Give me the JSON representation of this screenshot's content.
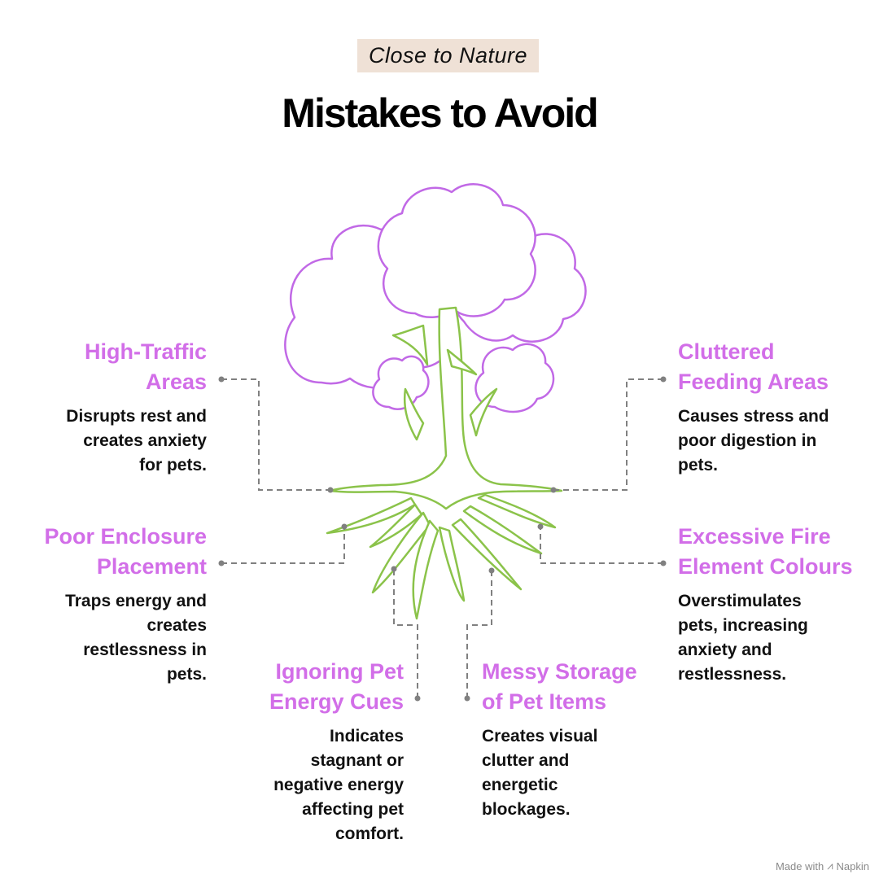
{
  "tagline": "Close to Nature",
  "title": "Mistakes to Avoid",
  "colors": {
    "accent": "#d26ee8",
    "tree_canopy": "#c169e6",
    "tree_trunk": "#8bc34a",
    "connector": "#808080",
    "tagline_bg": "#efe1d6"
  },
  "items": [
    {
      "heading": "High-Traffic\nAreas",
      "description": "Disrupts rest and\ncreates anxiety\nfor pets."
    },
    {
      "heading": "Poor Enclosure\nPlacement",
      "description": "Traps energy and\ncreates\nrestlessness in\npets."
    },
    {
      "heading": "Ignoring Pet\nEnergy Cues",
      "description": "Indicates\nstagnant or\nnegative energy\naffecting pet\ncomfort."
    },
    {
      "heading": "Messy Storage\nof Pet Items",
      "description": "Creates visual\nclutter and\nenergetic\nblockages."
    },
    {
      "heading": "Excessive Fire\nElement Colours",
      "description": "Overstimulates\npets, increasing\nanxiety and\nrestlessness."
    },
    {
      "heading": "Cluttered\nFeeding Areas",
      "description": "Causes stress and\npoor digestion in\npets."
    }
  ],
  "footer": {
    "made_with": "Made with",
    "brand": "Napkin",
    "icon": "napkin-icon"
  }
}
